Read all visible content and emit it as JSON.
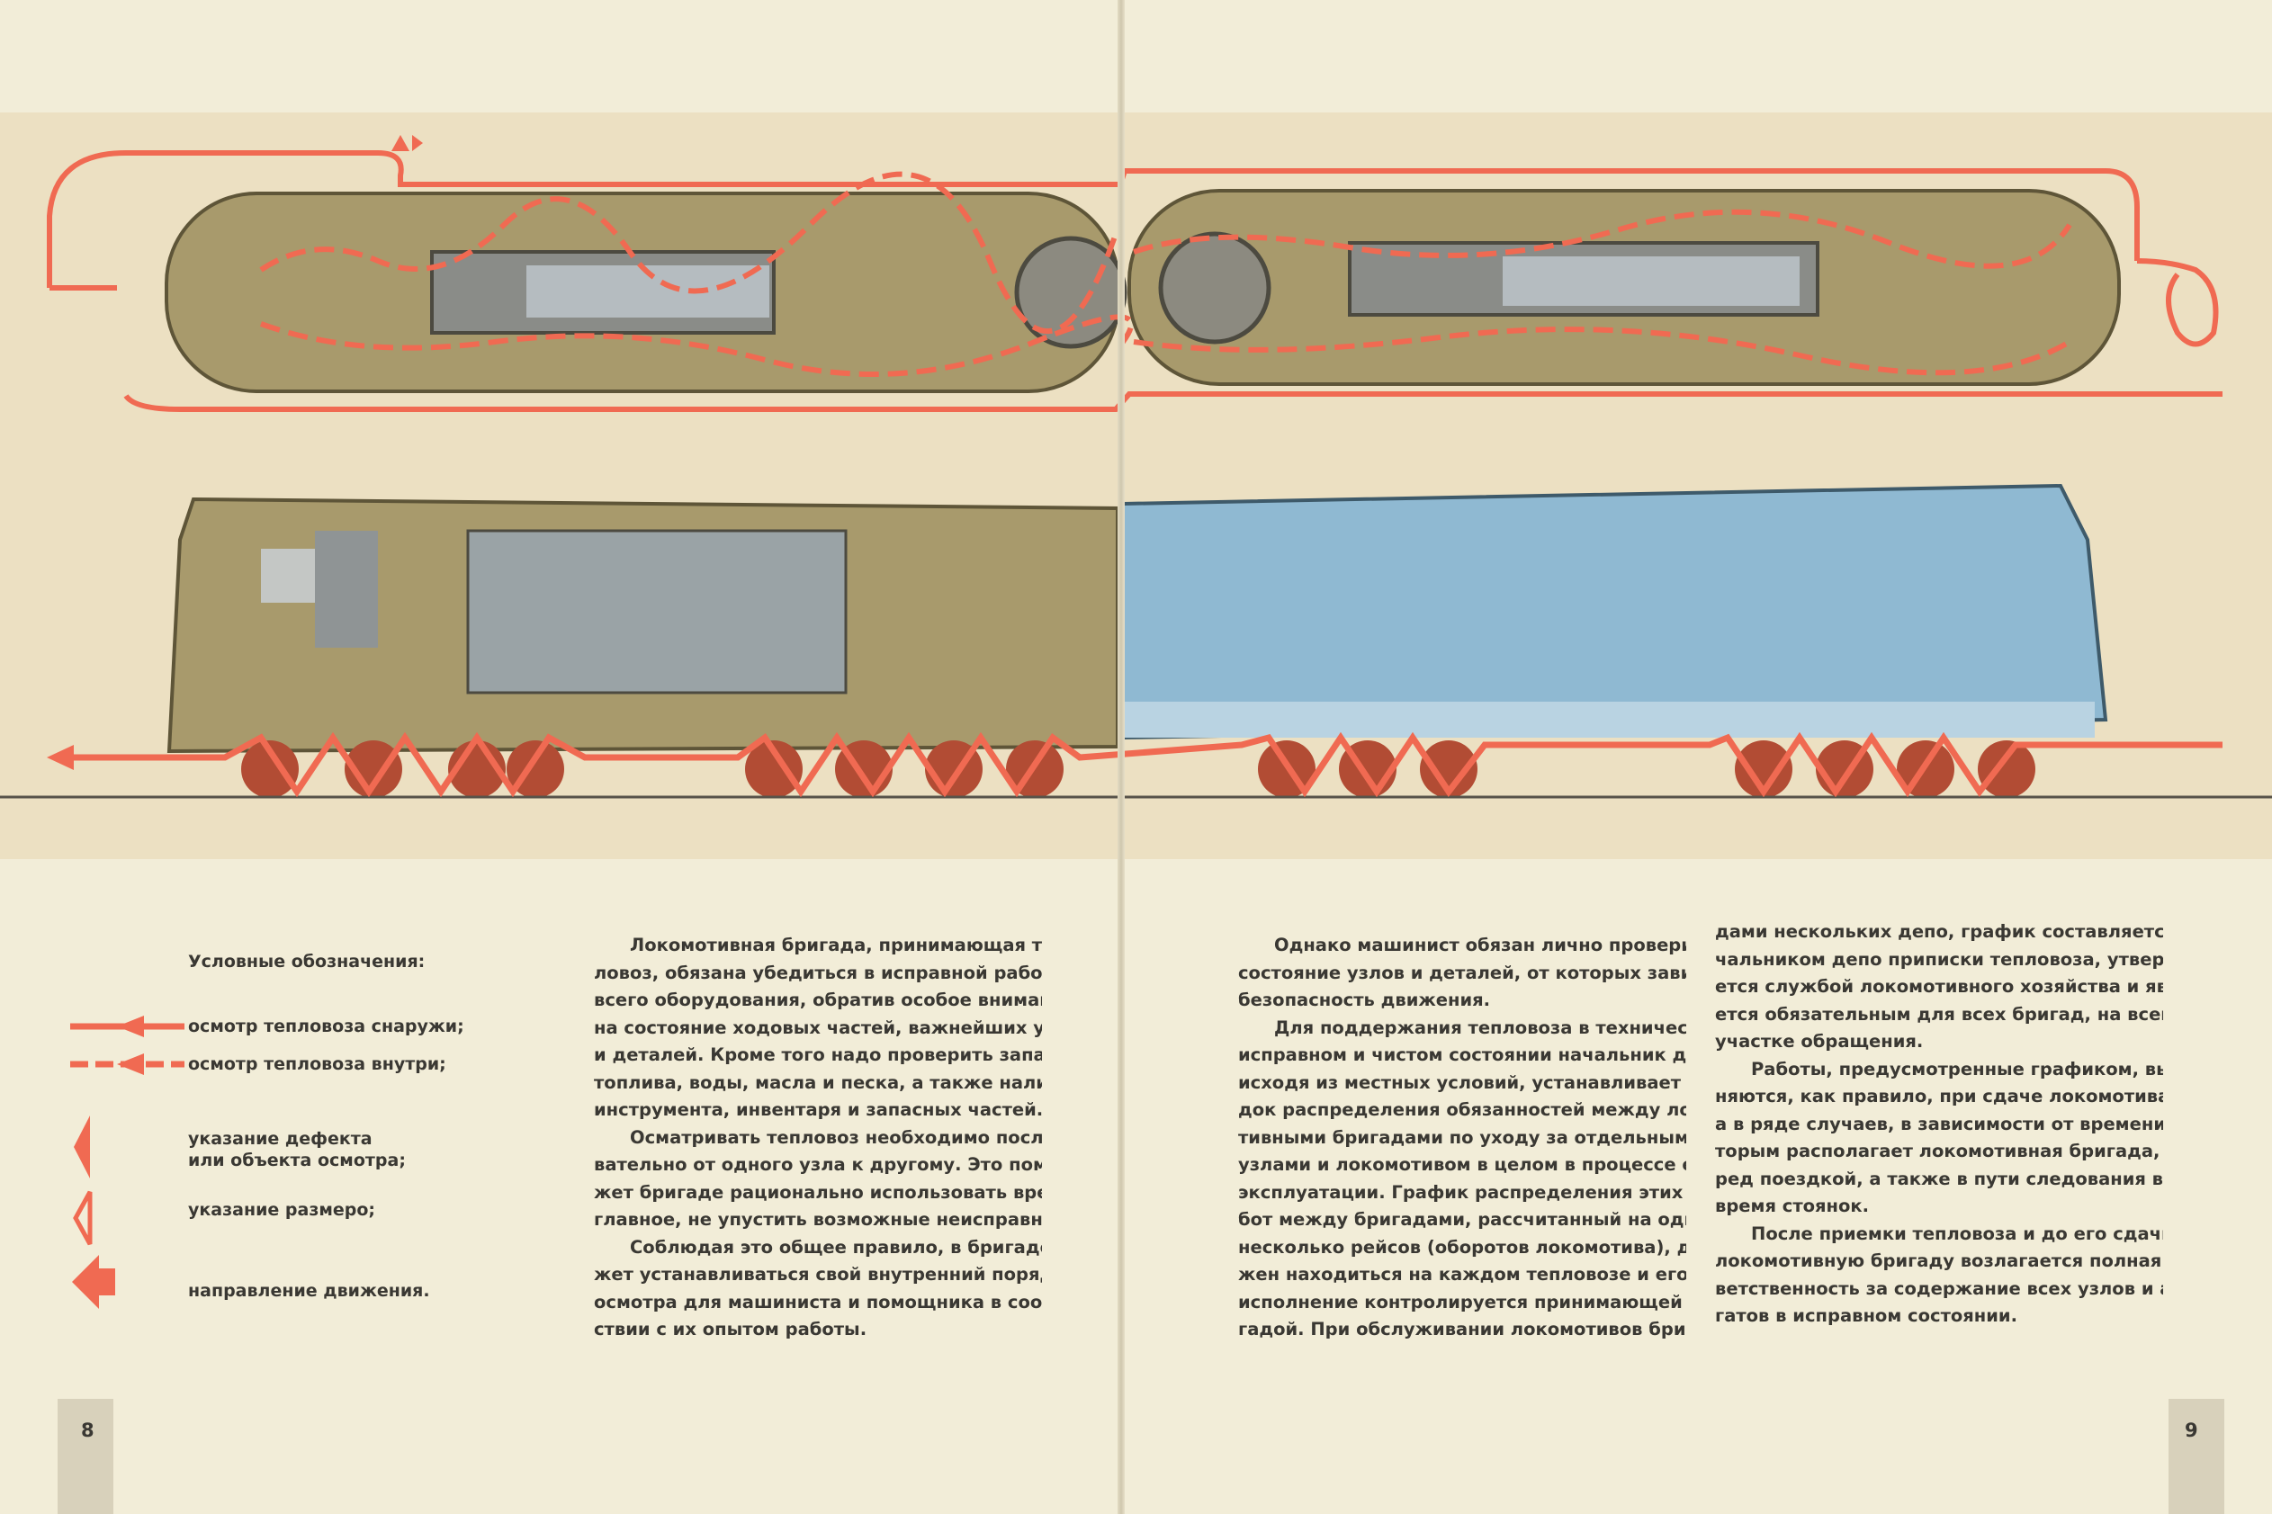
{
  "legend": {
    "title": "Условные обозначения:",
    "items": [
      {
        "label": "осмотр тепловоза снаружи;"
      },
      {
        "label": "осмотр тепловоза внутри;"
      },
      {
        "label": "указание дефекта\nили объекта осмотра;"
      },
      {
        "label": "указание размеро;"
      },
      {
        "label": "направление движения."
      }
    ]
  },
  "colors": {
    "route": "#f06a52",
    "locomotive_left": "#a89a6c",
    "locomotive_right": "#8fb9d2",
    "page": "#f2edd8"
  },
  "columns": [
    [
      [
        "Локомотивная бригада, принимающая теп-",
        "ловоз, обязана убедиться в исправной работе",
        "всего оборудования, обратив особое внимание",
        "на состояние ходовых частей, важнейших узлов",
        "и деталей. Кроме того надо проверить запас",
        "топлива, воды, масла и песка, а также наличие",
        "инструмента, инвентаря и запасных частей."
      ],
      [
        "Осматривать тепловоз необходимо последо-",
        "вательно от одного узла к другому. Это помо-",
        "жет бригаде рационально использовать время и,",
        "главное, не упустить возможные неисправности."
      ],
      [
        "Соблюдая это общее правило, в бригаде мо-",
        "жет устанавливаться свой внутренний порядок",
        "осмотра для машиниста и помощника в соответ-",
        "ствии с их опытом работы."
      ]
    ],
    [
      [
        "Однако машинист обязан лично проверить",
        "состояние узлов и деталей, от которых зависит",
        "безопасность движения."
      ],
      [
        "Для поддержания тепловоза в технически",
        "исправном и чистом состоянии начальник депо,",
        "исходя из местных условий, устанавливает поря-",
        "док распределения обязанностей между локомо-",
        "тивными бригадами по уходу за отдельными",
        "узлами и локомотивом в целом в процессе его",
        "эксплуатации. График распределения этих ра-",
        "бот между бригадами, рассчитанный на один или",
        "несколько рейсов (оборотов локомотива), дол-",
        "жен находиться на каждом тепловозе и его",
        "исполнение контролируется принимающей бри-",
        "гадой. При обслуживании локомотивов брига-"
      ]
    ],
    [
      [
        "дами нескольких депо, график составляется на-",
        "чальником депо приписки тепловоза, утвержда-",
        "ется службой локомотивного хозяйства и явля-",
        "ется обязательным для всех бригад, на всем",
        "участке обращения."
      ],
      [
        "Работы, предусмотренные графиком, выпол-",
        "няются, как правило, при сдаче локомотива,",
        "а в ряде случаев, в зависимости от времени, ко-",
        "торым располагает локомотивная бригада, и пе-",
        "ред поездкой, а также в пути следования во",
        "время стоянок."
      ],
      [
        "После приемки тепловоза и до его сдачи на",
        "локомотивную бригаду возлагается полная от-",
        "ветственность за содержание всех узлов и агре-",
        "гатов в исправном состоянии."
      ]
    ]
  ],
  "page_numbers": {
    "left": "8",
    "right": "9"
  }
}
